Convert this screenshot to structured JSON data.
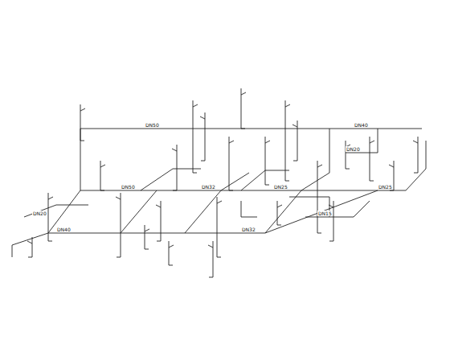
{
  "diagram": {
    "labels": [
      "DN50",
      "DN50",
      "DN40",
      "DN40",
      "DN32",
      "DN32",
      "DN25",
      "DN25",
      "DN20",
      "DN20",
      "DN15"
    ]
  }
}
